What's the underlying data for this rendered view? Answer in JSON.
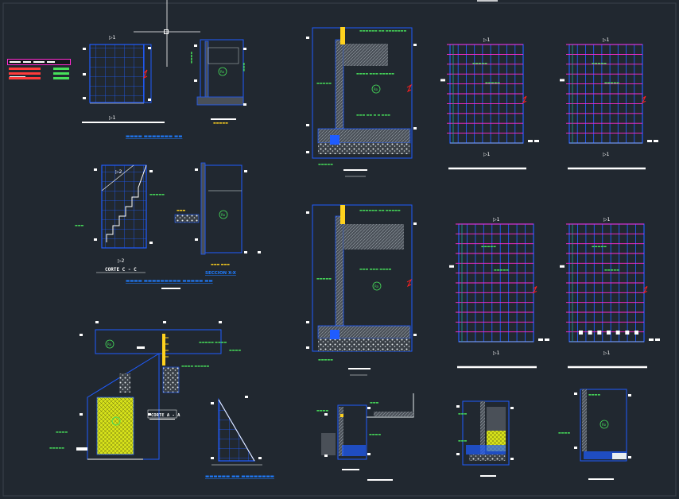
{
  "drawing": {
    "section_labels": {
      "corte_c": "CORTE C - C",
      "corte_a": "CORTE A - A",
      "seccion": "SECCION X-X"
    },
    "legend": {
      "rows": [
        {
          "name_color": "#ff3b3b",
          "value_color": "#47e05a"
        },
        {
          "name_color": "#ff3b3b",
          "value_color": "#47e05a"
        },
        {
          "name_color": "#ff3b3b",
          "value_color": "#47e05a"
        }
      ]
    },
    "colors": {
      "background": "#212830",
      "frame": "#1f5cff",
      "grid": "#1f5cff",
      "rebar": "#ff2bd0",
      "concrete_fill": "#4a5058",
      "hatch": "#e8eef0",
      "ladder": "#ffd21e",
      "text": "#ffffff",
      "annotation": "#47e05a",
      "section_cut": "#ff2020"
    },
    "icons": [
      "crosshair-cursor-icon",
      "section-arrow-icon",
      "ro-marker-icon"
    ]
  }
}
